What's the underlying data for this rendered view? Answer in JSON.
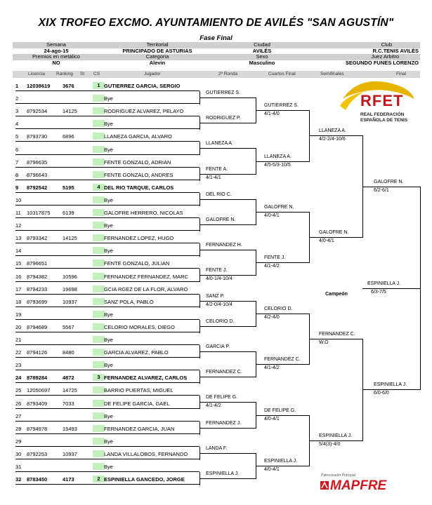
{
  "header": {
    "title": "XIX TROFEO EXCMO. AYUNTAMIENTO DE AVILÉS \"SAN AGUSTÍN\"",
    "phase": "Fase Final"
  },
  "info": {
    "row1_labels": [
      "Semana",
      "Territorial",
      "Ciudad",
      "Club"
    ],
    "row1_values": [
      "24-ago-15",
      "PRINCIPADO DE ASTURIAS",
      "AVILÉS",
      "R.C.TENIS AVILÉS"
    ],
    "row2_labels": [
      "Premios en metálico",
      "Categoria",
      "Sexo",
      "Juez Arbitro"
    ],
    "row2_values": [
      "NO",
      "Alevin",
      "Masculino",
      "SEGUNDO FUNES LORENZO"
    ]
  },
  "columns": {
    "licencia": "Licencia",
    "ranking": "Ranking",
    "st": "St",
    "cs": "CS",
    "jugador": "Jugador",
    "r2": "2ª Ronda",
    "qf": "Cuartos Final",
    "sf": "Semifinales",
    "final": "Final"
  },
  "draw": [
    {
      "num": "1",
      "lic": "12038619",
      "rank": "3676",
      "cs": "1",
      "name": "GUTIERREZ GARCIA, SERGIO",
      "seed": true
    },
    {
      "num": "2",
      "lic": "",
      "rank": "",
      "cs": "",
      "name": "Bye",
      "seed": false
    },
    {
      "num": "3",
      "lic": "8792534",
      "rank": "14125",
      "cs": "",
      "name": "RODRIGUEZ ALVAREZ, PELAYO",
      "seed": false
    },
    {
      "num": "4",
      "lic": "",
      "rank": "",
      "cs": "",
      "name": "Bye",
      "seed": false
    },
    {
      "num": "5",
      "lic": "8793730",
      "rank": "6896",
      "cs": "",
      "name": "LLANEZA GARCIA, ALVARO",
      "seed": false
    },
    {
      "num": "6",
      "lic": "",
      "rank": "",
      "cs": "",
      "name": "Bye",
      "seed": false
    },
    {
      "num": "7",
      "lic": "8796635",
      "rank": "",
      "cs": "",
      "name": "FENTE GONZALO, ADRIAN",
      "seed": false
    },
    {
      "num": "8",
      "lic": "8796643",
      "rank": "",
      "cs": "",
      "name": "FENTE GONZALO, ANDRES",
      "seed": false
    },
    {
      "num": "9",
      "lic": "8792542",
      "rank": "5195",
      "cs": "4",
      "name": "DEL RIO TARQUE, CARLOS",
      "seed": true
    },
    {
      "num": "10",
      "lic": "",
      "rank": "",
      "cs": "",
      "name": "Bye",
      "seed": false
    },
    {
      "num": "11",
      "lic": "10317875",
      "rank": "6139",
      "cs": "",
      "name": "GALOFRE HERRERO, NICOLAS",
      "seed": false
    },
    {
      "num": "12",
      "lic": "",
      "rank": "",
      "cs": "",
      "name": "Bye",
      "seed": false
    },
    {
      "num": "13",
      "lic": "8793342",
      "rank": "14125",
      "cs": "",
      "name": "FERNANDEZ LOPEZ, HUGO",
      "seed": false
    },
    {
      "num": "14",
      "lic": "",
      "rank": "",
      "cs": "",
      "name": "Bye",
      "seed": false
    },
    {
      "num": "15",
      "lic": "8796651",
      "rank": "",
      "cs": "",
      "name": "FENTE GONZALO, JULIAN",
      "seed": false
    },
    {
      "num": "16",
      "lic": "8794382",
      "rank": "10596",
      "cs": "",
      "name": "FERNANDEZ FERNANDEZ, MARC",
      "seed": false
    },
    {
      "num": "17",
      "lic": "8794233",
      "rank": "19698",
      "cs": "",
      "name": "GCIA RGEZ DE LA FLOR, ALVARO",
      "seed": false
    },
    {
      "num": "18",
      "lic": "8793699",
      "rank": "10937",
      "cs": "",
      "name": "SANZ POLA, PABLO",
      "seed": false
    },
    {
      "num": "19",
      "lic": "",
      "rank": "",
      "cs": "",
      "name": "Bye",
      "seed": false
    },
    {
      "num": "20",
      "lic": "8794689",
      "rank": "5567",
      "cs": "",
      "name": "CELORIO MORALES, DIEGO",
      "seed": false
    },
    {
      "num": "21",
      "lic": "",
      "rank": "",
      "cs": "",
      "name": "Bye",
      "seed": false
    },
    {
      "num": "22",
      "lic": "8794126",
      "rank": "8480",
      "cs": "",
      "name": "GARCIA ALVAREZ, PABLO",
      "seed": false
    },
    {
      "num": "23",
      "lic": "",
      "rank": "",
      "cs": "",
      "name": "Bye",
      "seed": false
    },
    {
      "num": "24",
      "lic": "8789284",
      "rank": "4872",
      "cs": "3",
      "name": "FERNANDEZ ALVAREZ, CARLOS",
      "seed": true
    },
    {
      "num": "25",
      "lic": "12050697",
      "rank": "14725",
      "cs": "",
      "name": "BARRIO PUERTAS, MIGUEL",
      "seed": false
    },
    {
      "num": "26",
      "lic": "8793409",
      "rank": "7033",
      "cs": "",
      "name": "DE FELIPE GARCIA, GAEL",
      "seed": false
    },
    {
      "num": "27",
      "lic": "",
      "rank": "",
      "cs": "",
      "name": "Bye",
      "seed": false
    },
    {
      "num": "28",
      "lic": "8794978",
      "rank": "15493",
      "cs": "",
      "name": "FERNANDEZ GARCIA, JUAN",
      "seed": false
    },
    {
      "num": "29",
      "lic": "",
      "rank": "",
      "cs": "",
      "name": "Bye",
      "seed": false
    },
    {
      "num": "30",
      "lic": "8792253",
      "rank": "10937",
      "cs": "",
      "name": "LANDA VILLALOBOS, FERNANDO",
      "seed": false
    },
    {
      "num": "31",
      "lic": "",
      "rank": "",
      "cs": "",
      "name": "Bye",
      "seed": false
    },
    {
      "num": "32",
      "lic": "8783450",
      "rank": "4173",
      "cs": "2",
      "name": "ESPINIELLA GANCEDO, JORGE",
      "seed": true
    }
  ],
  "round2": [
    {
      "name": "GUTIERREZ S.",
      "score": ""
    },
    {
      "name": "RODRIGUEZ P.",
      "score": ""
    },
    {
      "name": "LLANEZA A.",
      "score": ""
    },
    {
      "name": "FENTE A.",
      "score": "4/1-4/1"
    },
    {
      "name": "DEL RIO C.",
      "score": ""
    },
    {
      "name": "GALOFRE N.",
      "score": ""
    },
    {
      "name": "FERNANDEZ H.",
      "score": ""
    },
    {
      "name": "FENTE J.",
      "score": "4/0-1/4-10/4"
    },
    {
      "name": "SANZ P.",
      "score": "4/2-0/4-10/4"
    },
    {
      "name": "CELORIO D.",
      "score": ""
    },
    {
      "name": "GARCIA P.",
      "score": ""
    },
    {
      "name": "FERNANDEZ C.",
      "score": ""
    },
    {
      "name": "DE FELIPE G.",
      "score": "4/1-4/2"
    },
    {
      "name": "FERNANDEZ J.",
      "score": ""
    },
    {
      "name": "LANDA F.",
      "score": ""
    },
    {
      "name": "ESPINIELLA J.",
      "score": ""
    }
  ],
  "quarter": [
    {
      "name": "GUTIERREZ S.",
      "score": "4/1-4/0"
    },
    {
      "name": "LLANEZA A.",
      "score": "4/5-5/3-10/5"
    },
    {
      "name": "GALOFRE N.",
      "score": "4/0-4/1"
    },
    {
      "name": "FENTE J.",
      "score": "4/1-4/2"
    },
    {
      "name": "CELORIO D.",
      "score": "4/2-4/0"
    },
    {
      "name": "FERNANDEZ C.",
      "score": "4/1-4/2"
    },
    {
      "name": "DE FELIPE G.",
      "score": "4/0-4/1"
    },
    {
      "name": "ESPINIELLA J.",
      "score": "4/0-4/1"
    }
  ],
  "semi": [
    {
      "name": "LLANEZA A.",
      "score": "4/2-2/4-10/6"
    },
    {
      "name": "GALOFRE N.",
      "score": "4/0-4/1"
    },
    {
      "name": "FERNANDEZ C.",
      "score": "W.O"
    },
    {
      "name": "ESPINIELLA J.",
      "score": "5/4(3)-4/0"
    }
  ],
  "final": [
    {
      "name": "GALOFRE N.",
      "score": "6/2-6/1"
    },
    {
      "name": "ESPINIELLA J.",
      "score": "6/0-6/0"
    }
  ],
  "champion": {
    "label": "Campeón",
    "name": "ESPINIELLA J.",
    "score": "6/3-7/5"
  },
  "logo": {
    "rfet": "RFET",
    "line1": "REAL FEDERACIÓN",
    "line2": "ESPAÑOLA DE TENIS",
    "brand_color": "#c0161c"
  },
  "sponsor": {
    "label": "Patrocinador Principal",
    "name": "MAPFRE",
    "color": "#d1161e"
  }
}
